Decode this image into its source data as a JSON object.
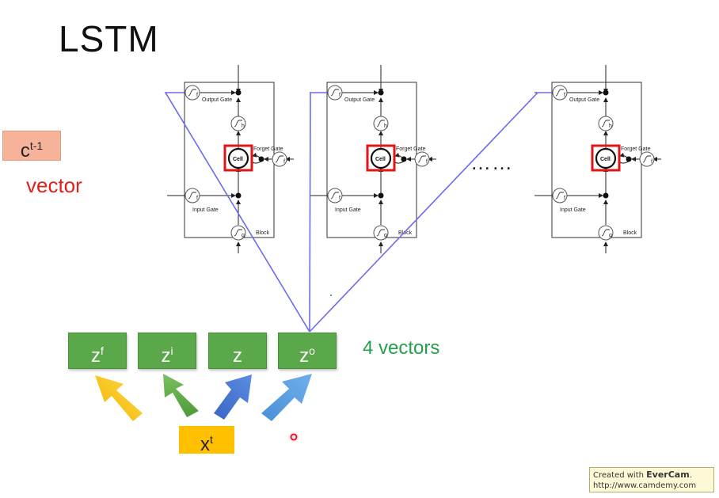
{
  "title": "LSTM",
  "cell_state": {
    "base": "c",
    "superscript": "t-1"
  },
  "cell_state_caption": "vector",
  "z_vectors": [
    {
      "base": "z",
      "superscript": "f"
    },
    {
      "base": "z",
      "superscript": "i"
    },
    {
      "base": "z",
      "superscript": ""
    },
    {
      "base": "z",
      "superscript": "o"
    }
  ],
  "z_caption": "4 vectors",
  "input": {
    "base": "x",
    "superscript": "t"
  },
  "ellipsis": "……",
  "lstm_block": {
    "output_gate": "Output Gate",
    "forget_gate": "Forget Gate",
    "input_gate": "Input Gate",
    "cell": "Cell",
    "block": "Block",
    "sym_f": "f",
    "sym_h": "h",
    "sym_g": "g"
  },
  "watermark": {
    "prefix": "Created with ",
    "brand": "EverCam",
    "suffix": ".",
    "url": "http://www.camdemy.com"
  },
  "colors": {
    "cell_state_fill": "#f7b29a",
    "vector_text": "#e0201e",
    "z_box": "#5aa84a",
    "four_vectors_text": "#25a04a",
    "input_fill": "#ffc000",
    "connector_line": "#6b6bf0",
    "cell_highlight": "#e01515"
  }
}
